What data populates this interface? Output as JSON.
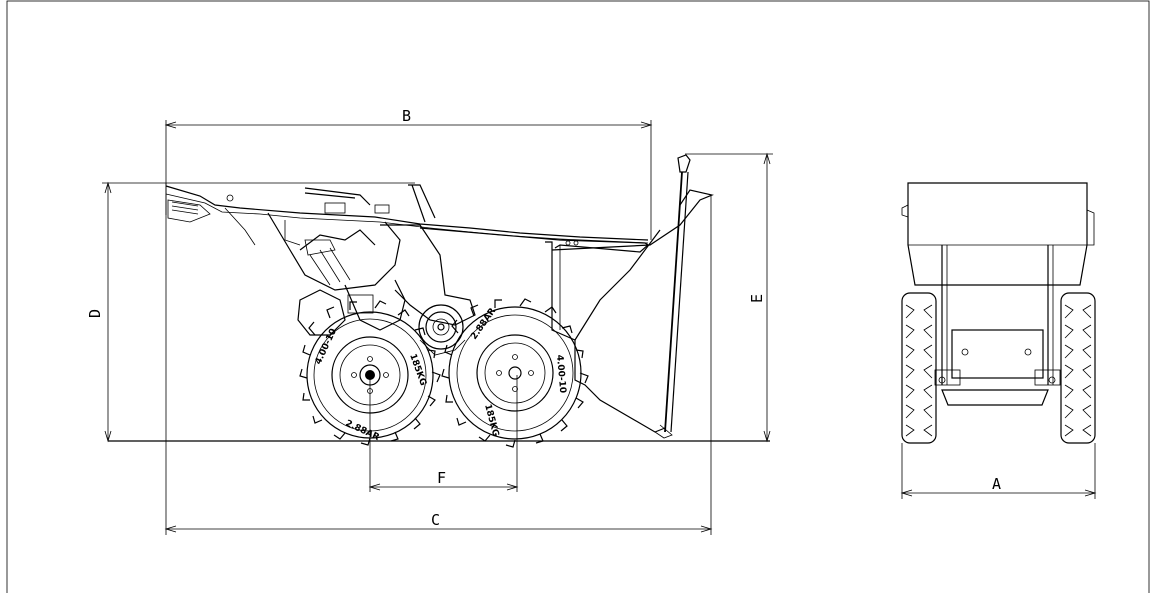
{
  "dimensions": {
    "A": "A",
    "B": "B",
    "C": "C",
    "D": "D",
    "E": "E",
    "F": "F"
  },
  "tire_markings": {
    "rear": [
      "4.00-10",
      "185KG",
      "2.88AR"
    ],
    "front": [
      "2.88AR",
      "4.00-10",
      "185KG"
    ]
  }
}
